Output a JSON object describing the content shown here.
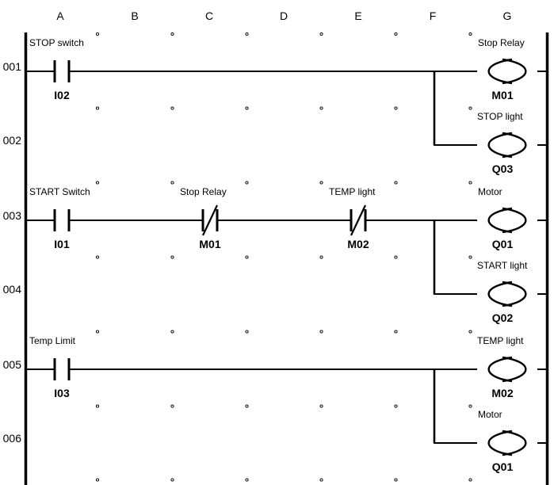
{
  "diagram": {
    "column_headers": [
      "A",
      "B",
      "C",
      "D",
      "E",
      "F",
      "G"
    ],
    "colors": {
      "line": "#000000",
      "background": "#ffffff",
      "text": "#000000"
    },
    "rungs": [
      {
        "number": "001",
        "elements": [
          {
            "type": "no_contact",
            "column": "A",
            "label": "STOP switch",
            "address": "I02"
          },
          {
            "type": "coil",
            "column": "G",
            "label": "Stop Relay",
            "address": "M01"
          }
        ]
      },
      {
        "number": "002",
        "elements": [
          {
            "type": "coil",
            "column": "G",
            "label": "STOP light",
            "address": "Q03",
            "branch_from_rung": "001"
          }
        ]
      },
      {
        "number": "003",
        "elements": [
          {
            "type": "no_contact",
            "column": "A",
            "label": "START Switch",
            "address": "I01"
          },
          {
            "type": "nc_contact",
            "column": "C",
            "label": "Stop Relay",
            "address": "M01"
          },
          {
            "type": "nc_contact",
            "column": "E",
            "label": "TEMP light",
            "address": "M02"
          },
          {
            "type": "coil",
            "column": "G",
            "label": "Motor",
            "address": "Q01"
          }
        ]
      },
      {
        "number": "004",
        "elements": [
          {
            "type": "coil",
            "column": "G",
            "label": "START light",
            "address": "Q02",
            "branch_from_rung": "003"
          }
        ]
      },
      {
        "number": "005",
        "elements": [
          {
            "type": "no_contact",
            "column": "A",
            "label": "Temp Limit",
            "address": "I03"
          },
          {
            "type": "coil",
            "column": "G",
            "label": "TEMP light",
            "address": "M02"
          }
        ]
      },
      {
        "number": "006",
        "elements": [
          {
            "type": "coil",
            "column": "G",
            "label": "Motor",
            "address": "Q01",
            "branch_from_rung": "005"
          }
        ]
      }
    ]
  }
}
